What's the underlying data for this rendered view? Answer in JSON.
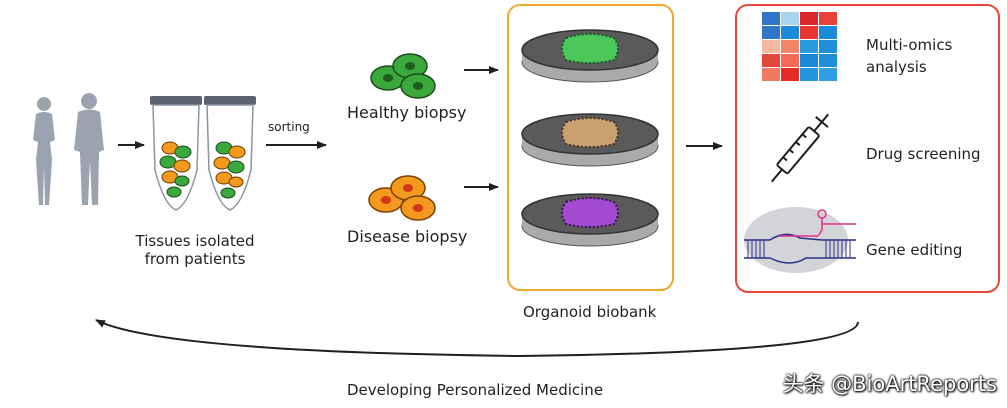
{
  "labels": {
    "tissues_line1": "Tissues isolated",
    "tissues_line2": "from patients",
    "sorting": "sorting",
    "healthy": "Healthy biopsy",
    "disease": "Disease biopsy",
    "biobank": "Organoid biobank",
    "multiomics_line1": "Multi-omics",
    "multiomics_line2": "analysis",
    "drug": "Drug screening",
    "gene": "Gene editing",
    "personalized": "Developing Personalized Medicine"
  },
  "watermark": "头条 @BioArtReports",
  "colors": {
    "biobank_border": "#f0a830",
    "applications_border": "#e8483c",
    "healthy_cell": "#3aa83a",
    "disease_cell": "#f39a1e",
    "organoid_healthy": "#4cc85a",
    "organoid_mid": "#c9a070",
    "organoid_disease": "#a24ad0"
  },
  "heatmap": [
    [
      "#2f76c8",
      "#a9d3f0",
      "#d9262a",
      "#e8433a"
    ],
    [
      "#2f76c8",
      "#1b8ad8",
      "#e8362f",
      "#1b8ad8"
    ],
    [
      "#f4b9a0",
      "#f28566",
      "#2a9bdc",
      "#1f8fdb"
    ],
    [
      "#e2473b",
      "#f36b54",
      "#1c87d4",
      "#1f8fdb"
    ],
    [
      "#f07a5e",
      "#e52d25",
      "#2196de",
      "#2aa0e2"
    ]
  ]
}
